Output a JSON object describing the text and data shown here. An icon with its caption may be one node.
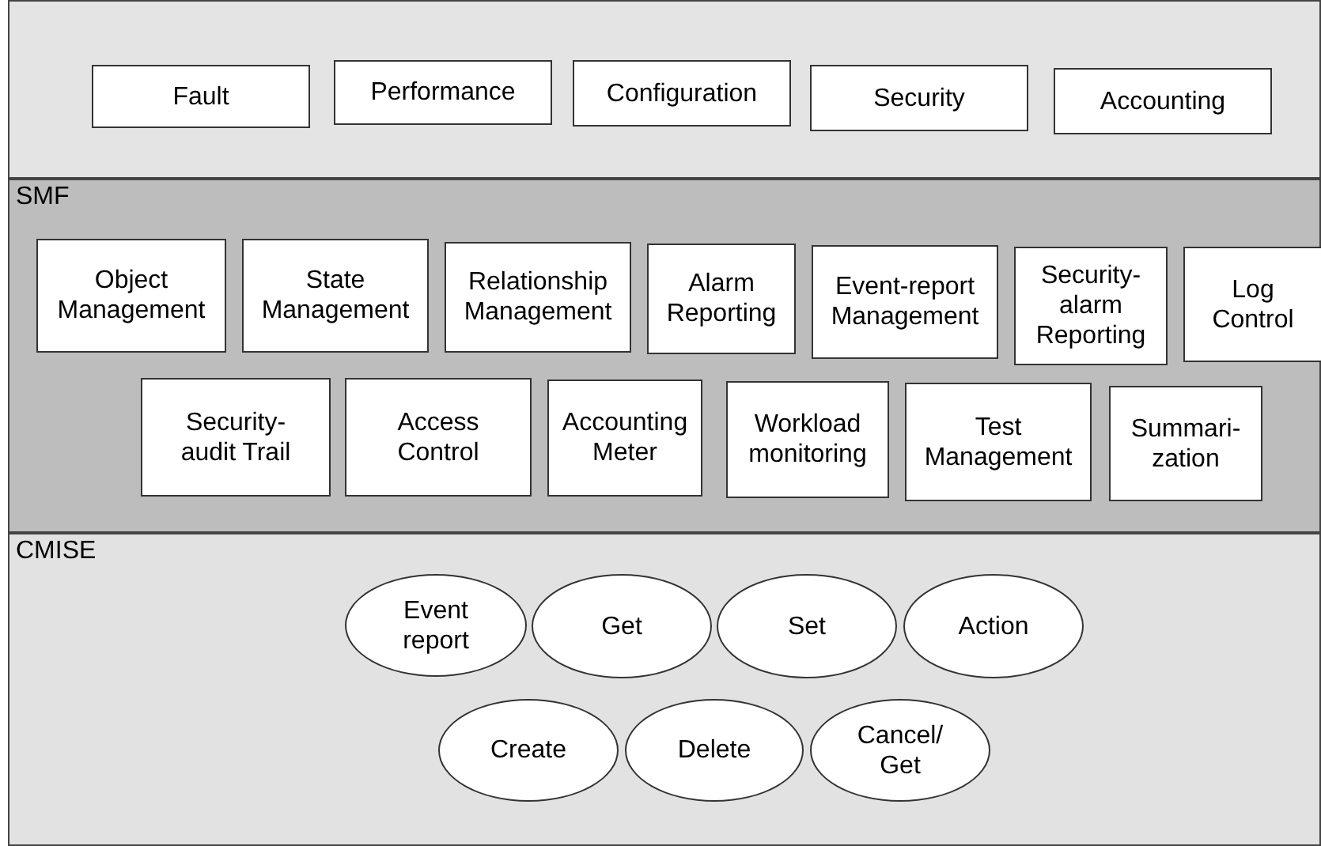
{
  "diagram": {
    "nodes": [
      {
        "text": [],
        "shape": "box"
      },
      {
        "text": [
          "Fault"
        ],
        "in": 0
      },
      {
        "text": [
          "Performance"
        ],
        "in": 0
      },
      {
        "text": [
          "Configuration"
        ],
        "in": 0
      },
      {
        "text": [
          "Security"
        ],
        "in": 0
      },
      {
        "text": [
          "Accounting"
        ],
        "in": 0
      },
      {
        "text": [
          "SMF"
        ]
      },
      {
        "text": [
          "Object Management"
        ],
        "in": 6
      },
      {
        "text": [
          "State Management"
        ],
        "in": 6
      },
      {
        "text": [
          "Relationship Management"
        ],
        "in": 6
      },
      {
        "text": [
          "Alarm Reporting"
        ],
        "in": 6
      },
      {
        "text": [
          "Event-report Management"
        ],
        "in": 6
      },
      {
        "text": [
          "Security- alarm Reporting"
        ],
        "in": 6
      },
      {
        "text": [
          "Log Control"
        ],
        "in": 6
      },
      {
        "text": [
          "Security- audit Trail"
        ],
        "in": 6
      },
      {
        "text": [
          "Access Control"
        ],
        "in": 6
      },
      {
        "text": [
          "Accounting Meter"
        ],
        "in": 6
      },
      {
        "text": [
          "Workload monitoring"
        ],
        "in": 6
      },
      {
        "text": [
          "Test Management"
        ],
        "in": 6
      },
      {
        "text": [
          "Summari- zation"
        ],
        "in": 6
      },
      {
        "text": [
          "CMISE"
        ]
      },
      {
        "text": [
          "Event report"
        ],
        "in": 20
      },
      {
        "text": [
          "Get"
        ],
        "in": 20
      },
      {
        "text": [
          "Set"
        ],
        "in": 20
      },
      {
        "text": [
          "Action"
        ],
        "in": 20
      },
      {
        "text": [
          "Create"
        ],
        "in": 20
      },
      {
        "text": [
          "Delete"
        ],
        "in": 20
      },
      {
        "text": [
          "Cancel/ Get"
        ],
        "in": 20
      }
    ],
    "edges": []
  }
}
